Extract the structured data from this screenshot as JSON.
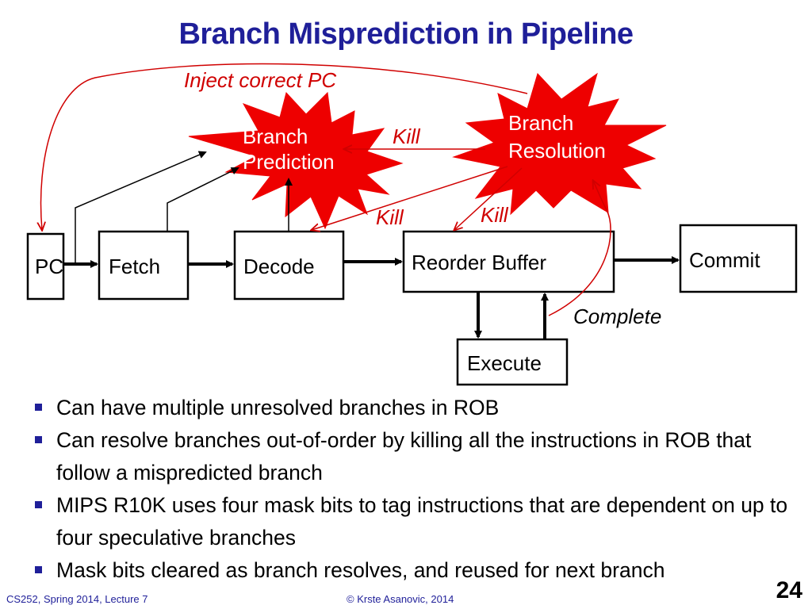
{
  "title": "Branch Misprediction in Pipeline",
  "diagram": {
    "boxes": {
      "pc": "PC",
      "fetch": "Fetch",
      "decode": "Decode",
      "rob": "Reorder Buffer",
      "commit": "Commit",
      "execute": "Execute"
    },
    "stars": {
      "prediction": [
        "Branch",
        "Prediction"
      ],
      "resolution": [
        "Branch",
        "Resolution"
      ]
    },
    "labels": {
      "inject": "Inject correct PC",
      "kill_prediction": "Kill",
      "kill_decode": "Kill",
      "kill_rob": "Kill",
      "complete": "Complete"
    },
    "colors": {
      "title": "#1f1f99",
      "star_fill": "#ee0000",
      "arrow_red": "#d00000",
      "bullet": "#1f1f99"
    }
  },
  "bullets": [
    "Can have multiple unresolved branches in ROB",
    "Can resolve branches out-of-order by killing all the instructions in ROB that follow a mispredicted branch",
    "MIPS R10K uses four mask bits to tag instructions that are dependent on up to four speculative branches",
    "Mask bits cleared as branch resolves, and reused for next branch"
  ],
  "footer": {
    "left": "CS252, Spring 2014, Lecture 7",
    "center": "© Krste Asanovic, 2014",
    "page": "24"
  }
}
